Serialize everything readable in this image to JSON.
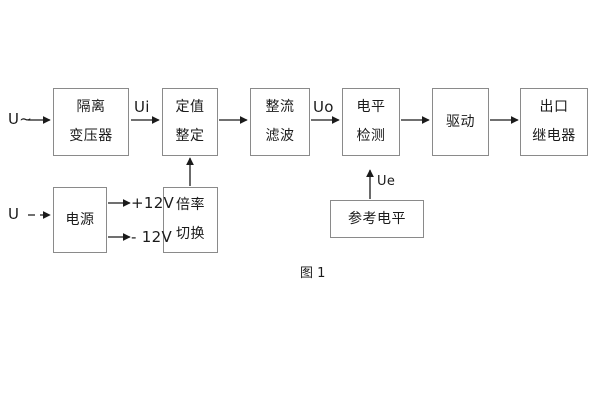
{
  "diagram": {
    "caption": "图 1",
    "blocks": [
      {
        "id": "isolation-transformer",
        "lines": [
          "隔离",
          "变压器"
        ]
      },
      {
        "id": "setting-value",
        "lines": [
          "定值",
          "整定"
        ]
      },
      {
        "id": "rectify-filter",
        "lines": [
          "整流",
          "滤波"
        ]
      },
      {
        "id": "level-detection",
        "lines": [
          "电平",
          "检测"
        ]
      },
      {
        "id": "drive",
        "lines": [
          "驱动"
        ]
      },
      {
        "id": "output-relay",
        "lines": [
          "出口",
          "继电器"
        ]
      },
      {
        "id": "power-supply",
        "lines": [
          "电源"
        ]
      },
      {
        "id": "multiplier-switch",
        "lines": [
          "倍率",
          "切换"
        ]
      },
      {
        "id": "reference-level",
        "lines": [
          "参考电平"
        ]
      }
    ],
    "signals": {
      "input_ac": "U~",
      "input_dc": "U",
      "ui": "Ui",
      "uo": "Uo",
      "ue": "Ue",
      "supply_positive": "+12V",
      "supply_negative": "- 12V"
    },
    "colors": {
      "box_border": "#8a8a8a",
      "wire": "#1b1b1b",
      "text": "#1b1b1b",
      "background": "#ffffff"
    }
  }
}
